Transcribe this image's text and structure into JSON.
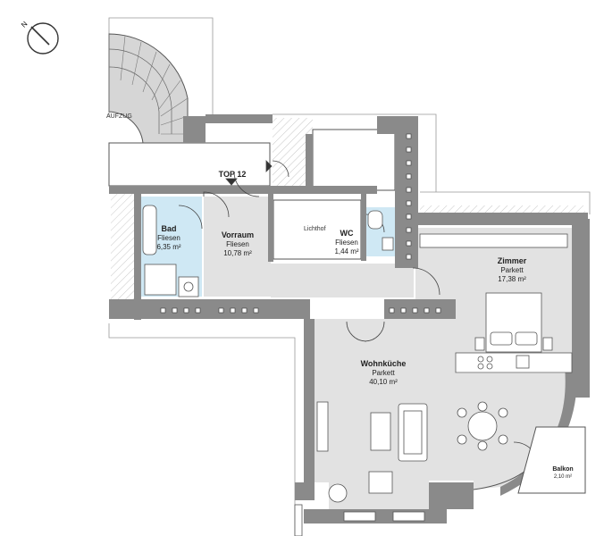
{
  "compass": {
    "north_label": "N"
  },
  "unit": {
    "label": "TOP 12"
  },
  "shaft": {
    "label": "AUFZUG"
  },
  "courtyard": {
    "label": "Lichthof"
  },
  "rooms": [
    {
      "key": "bad",
      "name": "Bad",
      "floor": "Fliesen",
      "area": "6,35 m²"
    },
    {
      "key": "vorraum",
      "name": "Vorraum",
      "floor": "Fliesen",
      "area": "10,78 m²"
    },
    {
      "key": "wc",
      "name": "WC",
      "floor": "Fliesen",
      "area": "1,44 m²"
    },
    {
      "key": "zimmer",
      "name": "Zimmer",
      "floor": "Parkett",
      "area": "17,38 m²"
    },
    {
      "key": "wohnkueche",
      "name": "Wohnküche",
      "floor": "Parkett",
      "area": "40,10 m²"
    },
    {
      "key": "balkon",
      "name": "Balkon",
      "floor": "",
      "area": "2,10 m²"
    }
  ],
  "colors": {
    "wall": "#8a8a8a",
    "floor_grey": "#e2e2e2",
    "wet_blue": "#cfe8f4",
    "line": "#333333"
  }
}
